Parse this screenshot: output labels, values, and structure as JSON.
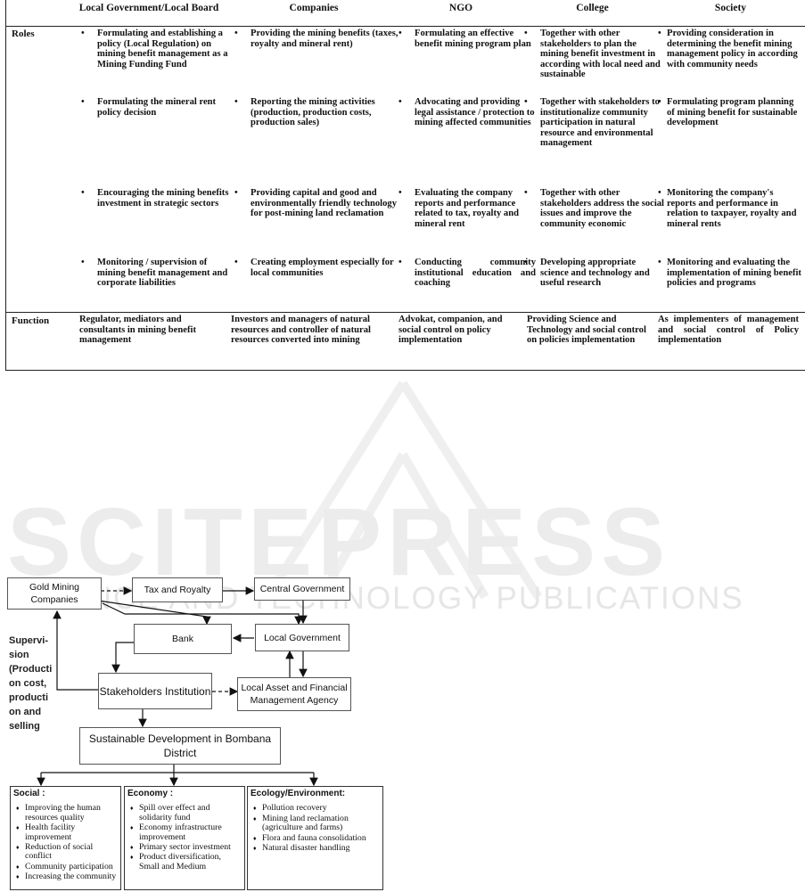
{
  "table": {
    "headers": [
      "Local Government/Local Board",
      "Companies",
      "NGO",
      "College",
      "Society"
    ],
    "row_labels": {
      "roles": "Roles",
      "function": "Function"
    },
    "roles": [
      [
        "Formulating and establishing a policy (Local Regulation) on mining benefit management as a Mining Funding Fund",
        "Formulating the mineral rent policy decision",
        "Encouraging the mining benefits investment in strategic sectors",
        "Monitoring / supervision of mining benefit management and corporate liabilities"
      ],
      [
        "Providing the mining benefits (taxes, royalty and mineral rent)",
        "Reporting the mining activities (production, production costs, production sales)",
        "Providing capital and good and environmentally friendly technology for post-mining land reclamation",
        "Creating employment especially for local communities"
      ],
      [
        "Formulating an effective benefit mining program plan",
        "Advocating and providing legal assistance / protection to mining affected communities",
        "Evaluating the company reports and performance related to tax, royalty and mineral rent",
        "Conducting community institutional education and coaching"
      ],
      [
        "Together with other stakeholders to plan the mining benefit investment in according with local need and sustainable",
        "Together with stakeholders to institutionalize community participation in natural resource and environmental management",
        "Together with other stakeholders address the social issues and improve the community economic",
        "Developing appropriate science and technology and useful research"
      ],
      [
        "Providing consideration in determining the benefit mining management policy in according with community needs",
        "Formulating program planning of mining benefit for sustainable development",
        "Monitoring the company's reports and performance in relation to taxpayer, royalty and mineral rents",
        "Monitoring and evaluating the implementation of mining benefit policies and programs"
      ]
    ],
    "functions": [
      "Regulator, mediators and consultants in mining benefit management",
      "Investors and managers of natural resources and controller of natural resources converted into mining",
      "Advokat, companion, and social control on policy implementation",
      "Providing Science and Technology and social control on policies implementation",
      "As implementers of management and social control of Policy implementation"
    ]
  },
  "watermark": {
    "main": "SCITEPRESS",
    "sub": "SCIENCE AND TECHNOLOGY PUBLICATIONS"
  },
  "diagram": {
    "gold_mining": "Gold Mining Companies",
    "tax_royalty": "Tax and Royalty",
    "central_gov": "Central Government",
    "bank": "Bank",
    "local_gov": "Local Government",
    "stakeholders": "Stakeholders Institution",
    "asset_agency": "Local Asset and Financial Management Agency",
    "sustainable": "Sustainable Development in Bombana District",
    "supervision": "Supervi-\nsion\n(Producti\non cost,\nproducti\non and\nselling",
    "social": {
      "title": "Social :",
      "items": [
        "Improving the human resources quality",
        "Health facility improvement",
        "Reduction of social conflict",
        "Community participation",
        "Increasing the community"
      ]
    },
    "economy": {
      "title": "Economy :",
      "items": [
        "Spill over effect and solidarity fund",
        "Economy infrastructure improvement",
        "Primary sector investment",
        "Product diversification, Small and Medium"
      ]
    },
    "ecology": {
      "title": "Ecology/Environment:",
      "items": [
        "Pollution recovery",
        "Mining land reclamation (agriculture and farms)",
        "Flora and fauna consolidation",
        "Natural disaster handling"
      ]
    }
  }
}
